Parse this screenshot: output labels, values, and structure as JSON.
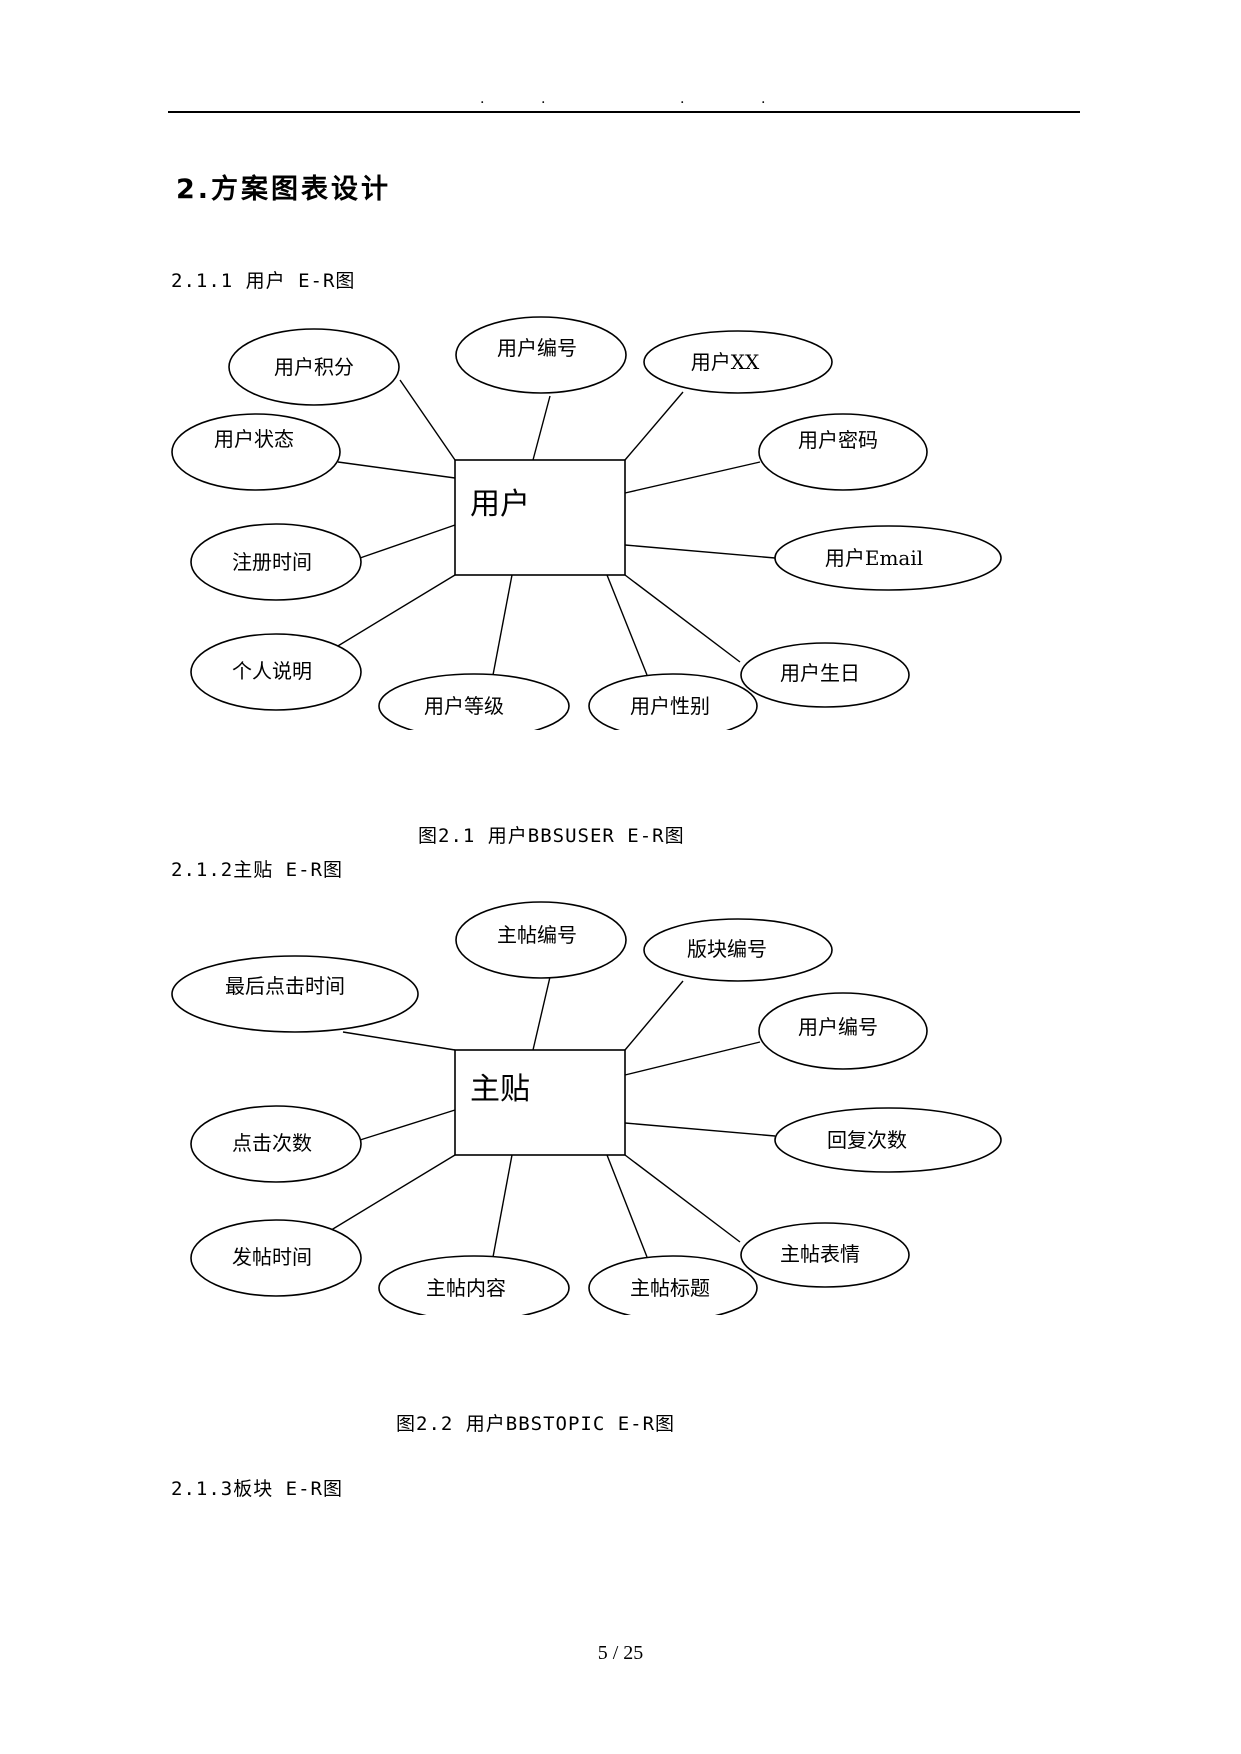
{
  "header": {
    "dots": [
      ".",
      ".",
      ".",
      "."
    ]
  },
  "section_title": "2.方案图表设计",
  "sections": [
    {
      "heading": "2.1.1 用户 E-R图",
      "entity": "用户",
      "attributes": [
        "用户积分",
        "用户编号",
        "用户XX",
        "用户状态",
        "用户密码",
        "注册时间",
        "用户Email",
        "个人说明",
        "用户等级",
        "用户性别",
        "用户生日"
      ],
      "caption": "图2.1 用户BBSUSER E-R图"
    },
    {
      "heading": "2.1.2主贴 E-R图",
      "entity": "主贴",
      "attributes": [
        "最后点击时间",
        "主帖编号",
        "版块编号",
        "用户编号",
        "点击次数",
        "回复次数",
        "发帖时间",
        "主帖内容",
        "主帖标题",
        "主帖表情"
      ],
      "caption": "图2.2 用户BBSTOPIC E-R图"
    },
    {
      "heading": "2.1.3板块 E-R图"
    }
  ],
  "footer": {
    "page": "5 / 25"
  }
}
